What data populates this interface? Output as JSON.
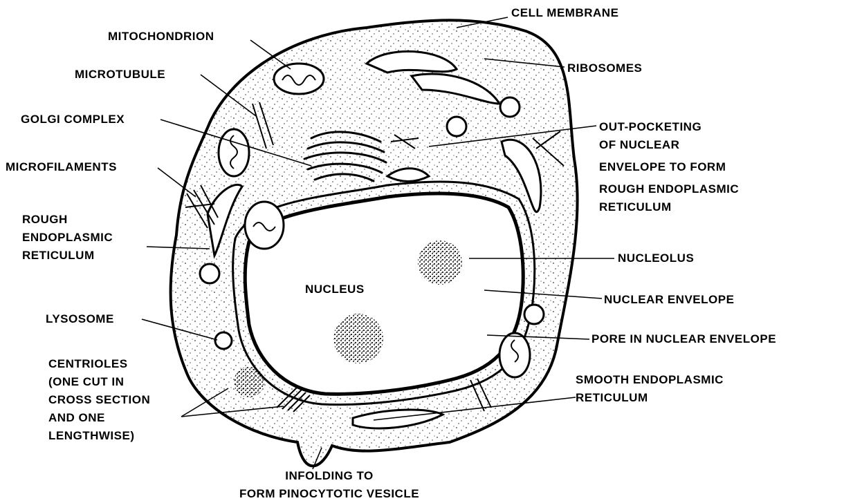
{
  "labels": {
    "cell_membrane": "CELL MEMBRANE",
    "mitochondrion": "MITOCHONDRION",
    "microtubule": "MICROTUBULE",
    "ribosomes": "RIBOSOMES",
    "golgi_complex": "GOLGI COMPLEX",
    "out_pocketing": [
      "OUT-POCKETING",
      "OF NUCLEAR",
      "ENVELOPE TO FORM",
      "ROUGH ENDOPLASMIC",
      "RETICULUM"
    ],
    "microfilaments": "MICROFILAMENTS",
    "rough_er": [
      "ROUGH",
      "ENDOPLASMIC",
      "RETICULUM"
    ],
    "nucleolus": "NUCLEOLUS",
    "nucleus": "NUCLEUS",
    "nuclear_envelope": "NUCLEAR ENVELOPE",
    "lysosome": "LYSOSOME",
    "pore": "PORE IN NUCLEAR ENVELOPE",
    "centrioles": [
      "CENTRIOLES",
      "(ONE CUT IN",
      "CROSS SECTION",
      "AND ONE",
      "LENGTHWISE)"
    ],
    "smooth_er": [
      "SMOOTH ENDOPLASMIC",
      "RETICULUM"
    ],
    "infolding": [
      "INFOLDING TO",
      "FORM PINOCYTOTIC VESICLE"
    ]
  }
}
